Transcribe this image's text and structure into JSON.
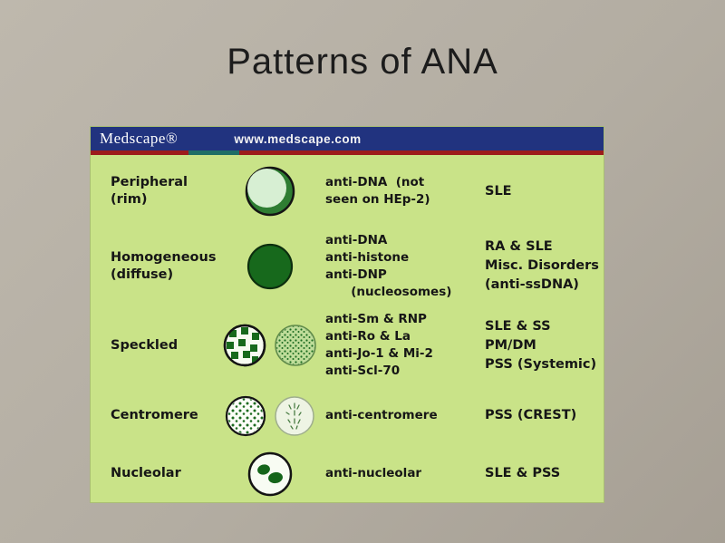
{
  "title": "Patterns of ANA",
  "header": {
    "brand": "Medscape®",
    "url": "www.medscape.com"
  },
  "rows": [
    {
      "pattern": "Peripheral\n(rim)",
      "icon": "peripheral-rim-pattern-icon",
      "antibodies": "anti-DNA  (not\nseen on HEp-2)",
      "diseases": "SLE"
    },
    {
      "pattern": "Homogeneous\n(diffuse)",
      "icon": "homogeneous-diffuse-pattern-icon",
      "antibodies": "anti-DNA\nanti-histone\nanti-DNP\n      (nucleosomes)",
      "diseases": "RA & SLE\nMisc. Disorders\n(anti-ssDNA)"
    },
    {
      "pattern": "Speckled",
      "icon": "speckled-coarse-pattern-icon, speckled-fine-pattern-icon",
      "antibodies": "anti-Sm & RNP\nanti-Ro & La\nanti-Jo-1 & Mi-2\nanti-Scl-70",
      "diseases": "SLE & SS\nPM/DM\nPSS (Systemic)"
    },
    {
      "pattern": "Centromere",
      "icon": "centromere-dots-pattern-icon, centromere-mitotic-pattern-icon",
      "antibodies": "anti-centromere",
      "diseases": "PSS (CREST)"
    },
    {
      "pattern": "Nucleolar",
      "icon": "nucleolar-pattern-icon",
      "antibodies": "anti-nucleolar",
      "diseases": "SLE & PSS"
    }
  ],
  "colors": {
    "slide_background": "#b3ada2",
    "panel_background": "#c9e388",
    "header_blue": "#21337f",
    "divider_red": "#9c1c1c",
    "divider_teal": "#1f6e66",
    "pattern_green": "#17691c",
    "pale_cell": "#d7efd3"
  }
}
